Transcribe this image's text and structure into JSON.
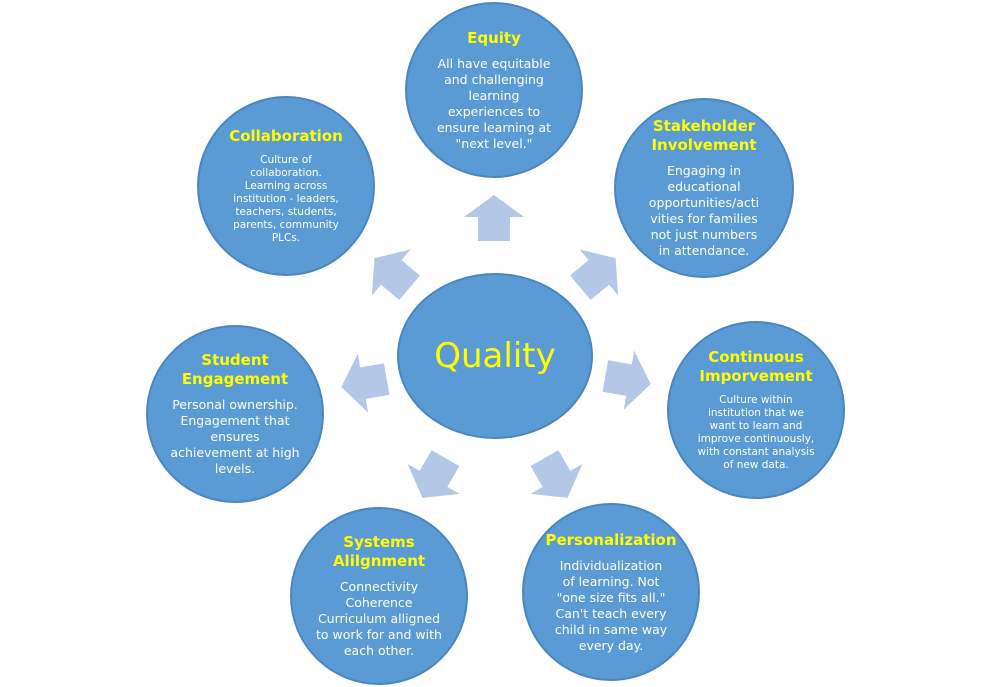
{
  "center": {
    "title": "Quality"
  },
  "nodes": [
    {
      "title": "Equity",
      "body": "All have equitable\nand challenging\nlearning\nexperiences to\nensure learning at\n\"next level.\""
    },
    {
      "title": "Stakeholder\nInvolvement",
      "body": "Engaging in\neducational\nopportunities/acti\nvities for families\nnot just numbers\nin attendance."
    },
    {
      "title": "Continuous\nImporvement",
      "body": "Culture within\ninstitution that we\nwant to learn and\nimprove continuously,\nwith constant analysis\nof new data."
    },
    {
      "title": "Personalization",
      "body": "Individualization\nof learning. Not\n\"one size fits all.\"\nCan't teach every\nchild in same way\nevery day."
    },
    {
      "title": "Systems\nAlilgnment",
      "body": "Connectivity\nCoherence\nCurriculum alligned\nto work for and with\neach other."
    },
    {
      "title": "Student\nEngagement",
      "body": "Personal ownership.\nEngagement that\nensures\nachievement at high\nlevels."
    },
    {
      "title": "Collaboration",
      "body": "Culture of\ncollaboration.\nLearning across\ninstitution - leaders,\nteachers, students,\nparents, community\nPLCs."
    }
  ],
  "colors": {
    "circle_fill": "#5b9bd5",
    "title_text": "#ffff00",
    "body_text": "#ffffff",
    "arrow_fill": "#b4c7e7"
  }
}
